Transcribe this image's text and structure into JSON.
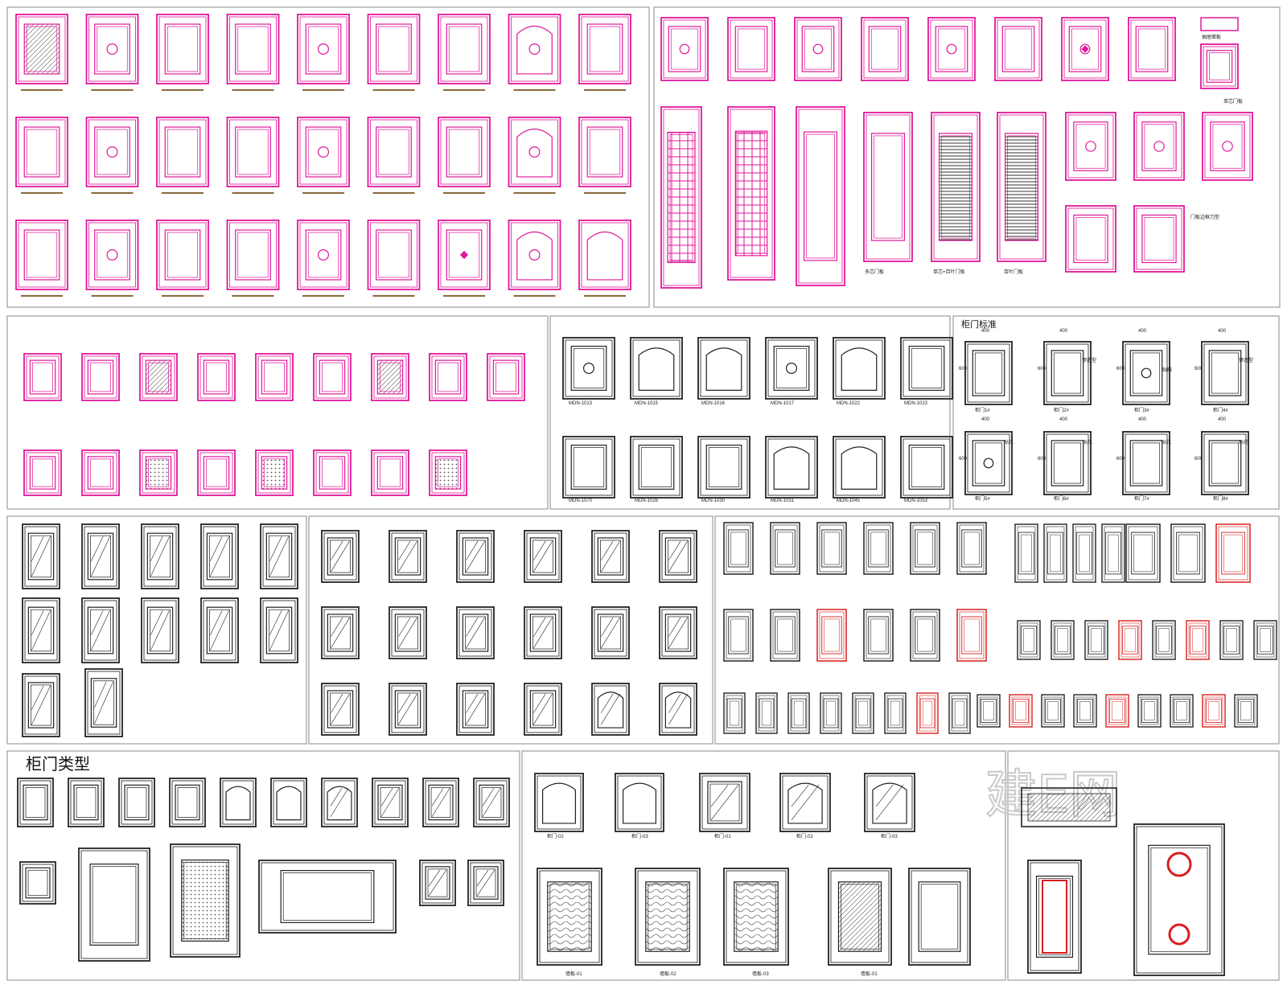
{
  "labels": {
    "section_standard_title": "柜门标准",
    "section_types_title": "柜门类型",
    "drawer_panel": "抽屉面板",
    "single_core_panel": "单芯门板",
    "multi_core_panel": "多芯门板",
    "single_core_louver_panel": "单芯+百叶门板",
    "louver_panel": "百叶门板",
    "edge_profile": "门板边框刀型",
    "watermark": "建E网"
  },
  "mdn_codes_row1": [
    "MDN-1013",
    "MDN-1015",
    "MDN-1016",
    "MDN-1017",
    "MDN-1022",
    "MDN-1023"
  ],
  "mdn_codes_row2": [
    "MDN-1070",
    "MDN-1028",
    "MDN-1030",
    "MDN-1031",
    "MDN-1045",
    "MDN-1053"
  ],
  "standard_doors": [
    {
      "label": "柜门1#",
      "dim_w": "400",
      "dim_h": "600"
    },
    {
      "label": "柜门2#",
      "dim_w": "400",
      "dim_h": "600",
      "note": "锣造型"
    },
    {
      "label": "柜门3#",
      "dim_w": "400",
      "dim_h": "600",
      "note": "贴雕"
    },
    {
      "label": "柜门4#",
      "dim_w": "400",
      "dim_h": "600",
      "note": "锣造型"
    },
    {
      "label": "柜门5#",
      "dim_w": "400",
      "dim_h": "600",
      "note": "贴花"
    },
    {
      "label": "柜门6#",
      "dim_w": "400",
      "dim_h": "600",
      "note": "贴花"
    },
    {
      "label": "柜门7#",
      "dim_w": "400",
      "dim_h": "600",
      "note": "贴花"
    },
    {
      "label": "柜门8#",
      "dim_w": "400",
      "dim_h": "600",
      "note": "贴花"
    }
  ],
  "bottom_mid_labels": [
    "柜门-02",
    "柜门-03",
    "柜门-01",
    "柜门-02",
    "柜门-03"
  ],
  "wall_panel_labels": [
    "墙板-01",
    "墙板-02",
    "墙板-03",
    "墙板-01"
  ],
  "colors": {
    "magenta": "#e0189a",
    "dark": "#222222",
    "red": "#d81e1e",
    "frame": "#555555"
  }
}
